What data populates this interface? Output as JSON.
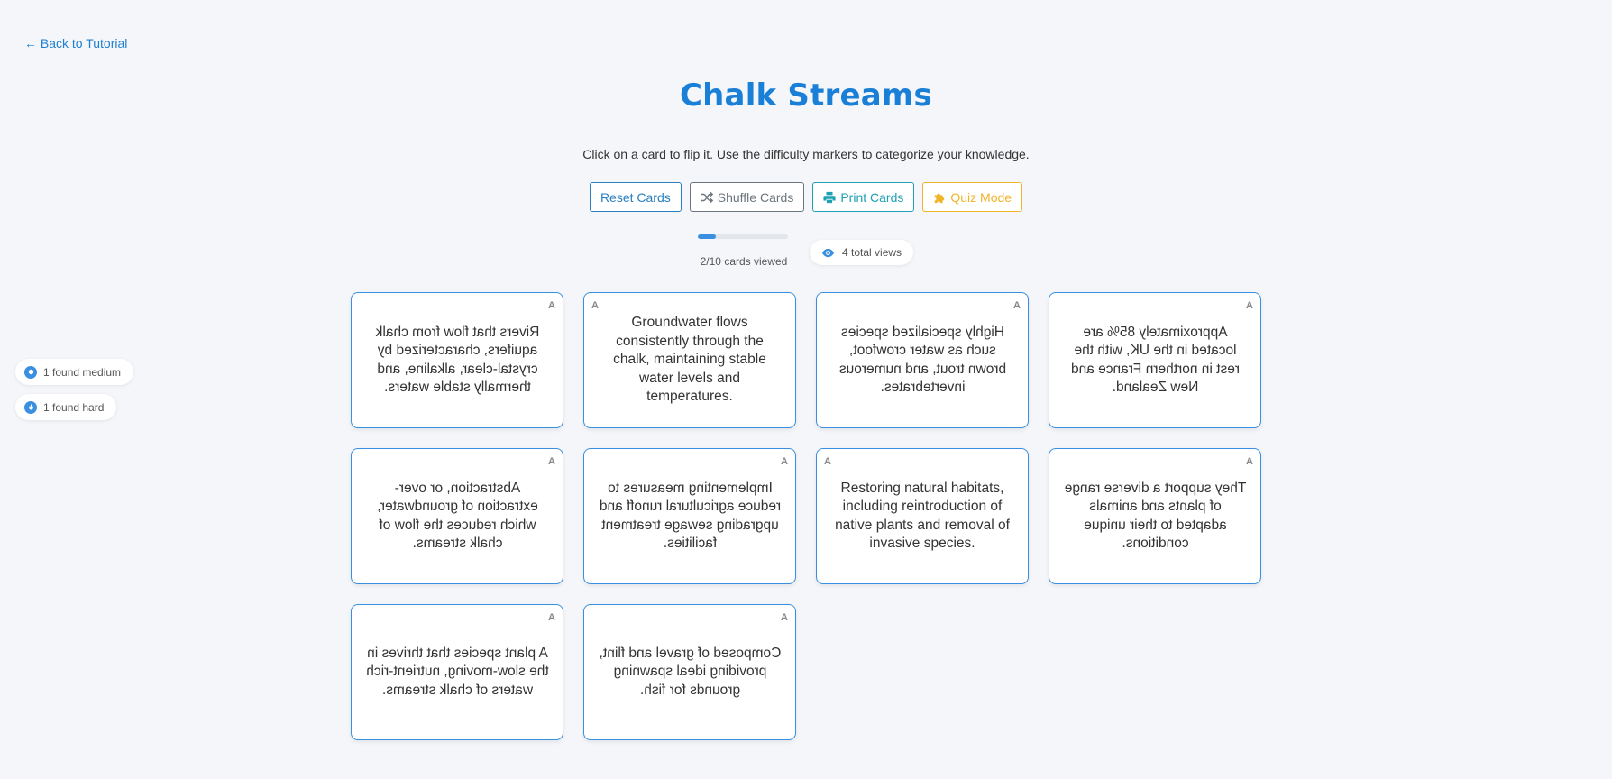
{
  "nav": {
    "back_label": "← Back to Tutorial"
  },
  "page": {
    "title": "Chalk Streams",
    "instructions": "Click on a card to flip it. Use the difficulty markers to categorize your knowledge."
  },
  "toolbar": {
    "reset_label": "Reset Cards",
    "shuffle_label": "Shuffle Cards",
    "print_label": "Print Cards",
    "quiz_label": "Quiz Mode"
  },
  "progress": {
    "viewed": 2,
    "total": 10,
    "fraction": 0.2,
    "label": "2/10 cards viewed",
    "views_label": "4 total views"
  },
  "side_stats": {
    "medium_label": "1 found medium",
    "hard_label": "1 found hard"
  },
  "colors": {
    "accent": "#1a7fd6",
    "card_border": "#3a8fe0",
    "quiz": "#f0b429",
    "print": "#1fa0b3"
  },
  "cards": [
    {
      "marker": "A",
      "text": "Rivers that flow from chalk aquifers, characterized by crystal-clear, alkaline, and thermally stable waters.",
      "mirrored": true
    },
    {
      "marker": "A",
      "text": "Groundwater flows consistently through the chalk, maintaining stable water levels and temperatures.",
      "mirrored": false
    },
    {
      "marker": "A",
      "text": "Highly specialized species such as water crowfoot, brown trout, and numerous invertebrates.",
      "mirrored": true
    },
    {
      "marker": "A",
      "text": "Approximately 85% are located in the UK, with the rest in northern France and New Zealand.",
      "mirrored": true
    },
    {
      "marker": "A",
      "text": "Abstraction, or over-extraction of groundwater, which reduces the flow of chalk streams.",
      "mirrored": true
    },
    {
      "marker": "A",
      "text": "Implementing measures to reduce agricultural runoff and upgrading sewage treatment facilities.",
      "mirrored": true
    },
    {
      "marker": "A",
      "text": "Restoring natural habitats, including reintroduction of native plants and removal of invasive species.",
      "mirrored": false
    },
    {
      "marker": "A",
      "text": "They support a diverse range of plants and animals adapted to their unique conditions.",
      "mirrored": true
    },
    {
      "marker": "A",
      "text": "A plant species that thrives in the slow-moving, nutrient-rich waters of chalk streams.",
      "mirrored": true
    },
    {
      "marker": "A",
      "text": "Composed of gravel and flint, providing ideal spawning grounds for fish.",
      "mirrored": true
    }
  ]
}
